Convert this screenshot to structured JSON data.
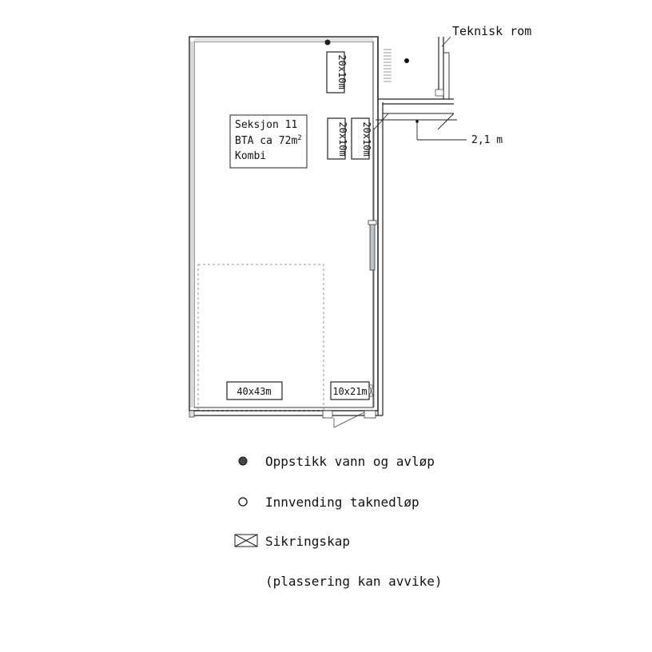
{
  "room": {
    "name_line1": "Seksjon 11",
    "name_line2_prefix": "BTA ca 72m",
    "name_line2_sup": "2",
    "name_line3": "Kombi"
  },
  "tech_room_label": "Teknisk rom",
  "dimension_label": "2,1 m",
  "openings": {
    "top": "20x10m",
    "mid_left": "20x10m",
    "mid_right": "20x10m",
    "bottom_left": "40x43m",
    "bottom_right": "10x21m"
  },
  "legend": {
    "water": "Oppstikk vann og avløp",
    "drain": "Innvending taknedløp",
    "fuse": "Sikringskap",
    "note": "(plassering kan avvike)"
  }
}
